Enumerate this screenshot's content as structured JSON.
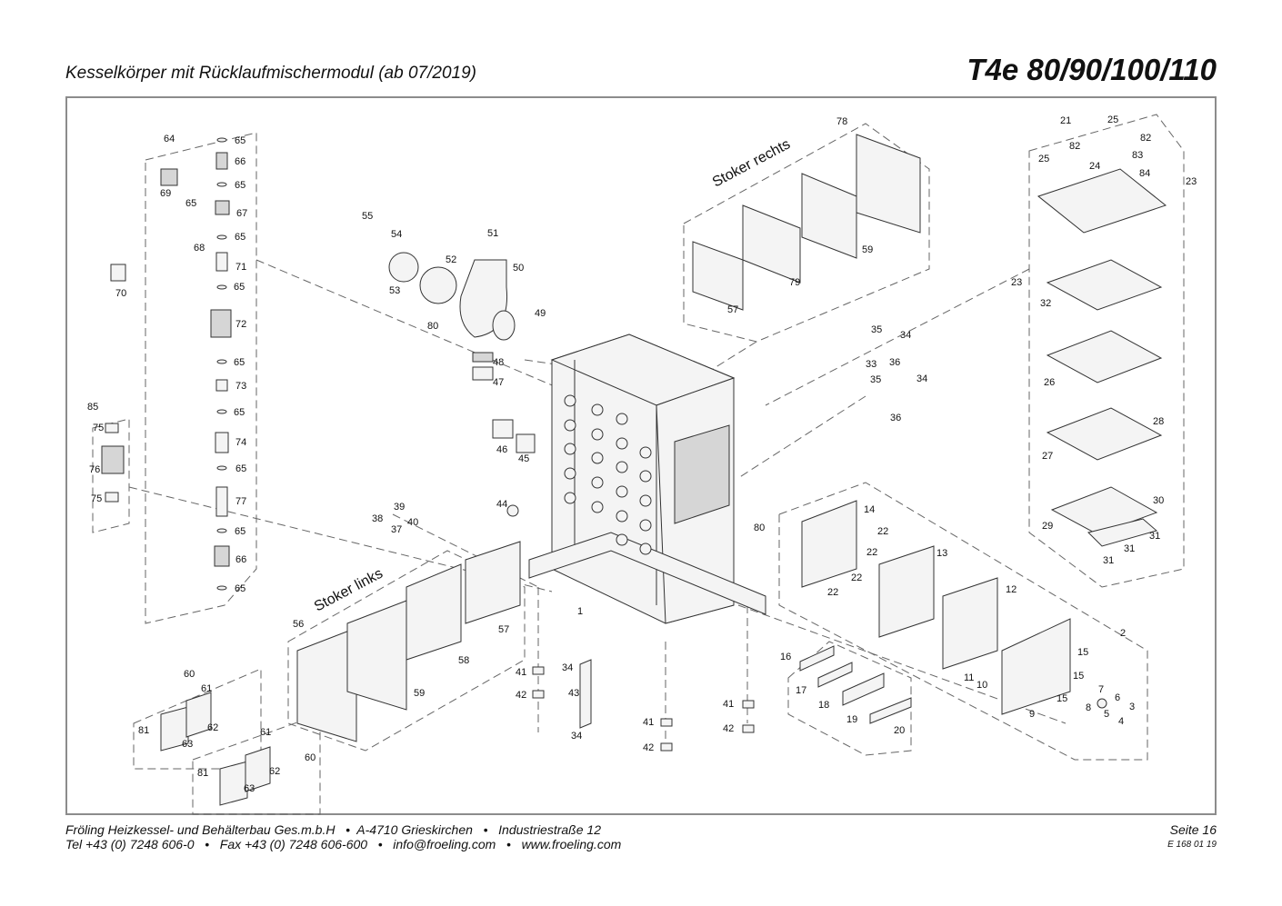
{
  "header": {
    "subtitle": "Kesselkörper mit Rücklaufmischermodul (ab 07/2019)",
    "title": "T4e 80/90/100/110"
  },
  "groups": {
    "stoker_rechts": "Stoker rechts",
    "stoker_links": "Stoker links"
  },
  "labels": [
    "64",
    "65",
    "66",
    "65",
    "69",
    "65",
    "67",
    "65",
    "68",
    "71",
    "70",
    "65",
    "72",
    "65",
    "73",
    "65",
    "74",
    "65",
    "77",
    "65",
    "66",
    "65",
    "85",
    "75",
    "76",
    "75",
    "55",
    "54",
    "51",
    "52",
    "50",
    "53",
    "80",
    "49",
    "48",
    "47",
    "46",
    "45",
    "44",
    "39",
    "38",
    "40",
    "37",
    "78",
    "59",
    "79",
    "57",
    "35",
    "34",
    "33",
    "36",
    "35",
    "34",
    "36",
    "21",
    "25",
    "82",
    "83",
    "82",
    "25",
    "24",
    "84",
    "23",
    "23",
    "32",
    "26",
    "28",
    "27",
    "30",
    "29",
    "31",
    "31",
    "31",
    "14",
    "22",
    "22",
    "22",
    "22",
    "13",
    "12",
    "80",
    "2",
    "15",
    "15",
    "15",
    "11",
    "10",
    "9",
    "8",
    "7",
    "6",
    "5",
    "4",
    "3",
    "16",
    "17",
    "18",
    "19",
    "20",
    "1",
    "56",
    "58",
    "57",
    "59",
    "41",
    "42",
    "34",
    "43",
    "34",
    "41",
    "42",
    "41",
    "42",
    "60",
    "61",
    "62",
    "63",
    "81",
    "61",
    "62",
    "63",
    "81",
    "60"
  ],
  "footer": {
    "line1": "Fröling Heizkessel- und Behälterbau Ges.m.b.H   •  A-4710 Grieskirchen   •   Industriestraße 12",
    "line2": "Tel +43 (0) 7248 606-0   •   Fax +43 (0) 7248 606-600   •   info@froeling.com   •   www.froeling.com",
    "page": "Seite 16",
    "doc_code": "E 168 01 19"
  }
}
